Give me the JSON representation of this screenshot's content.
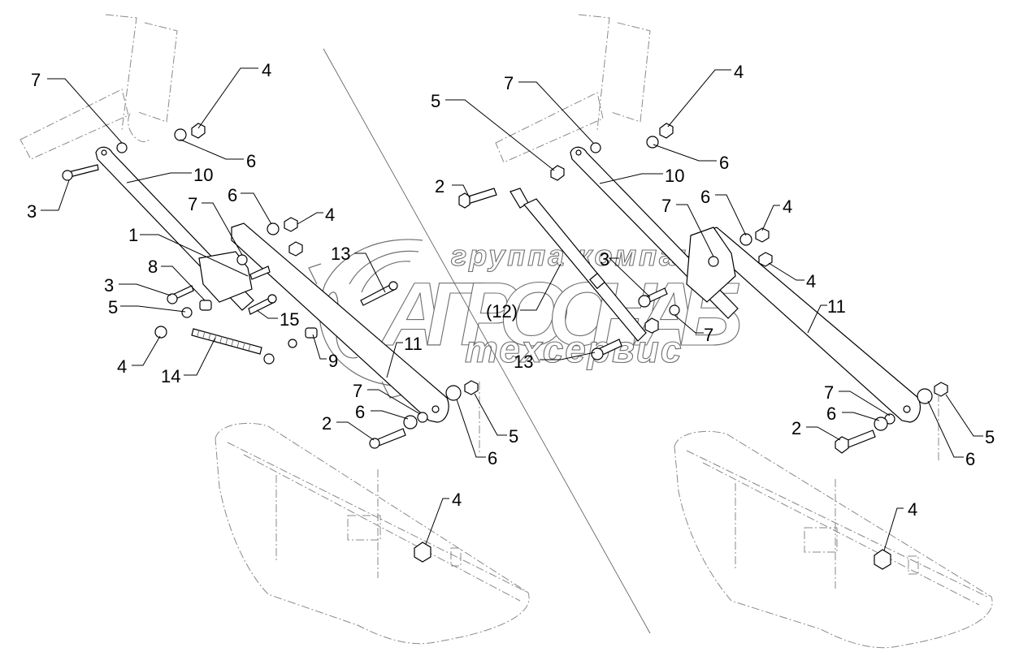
{
  "diagram": {
    "type": "exploded-parts-diagram",
    "watermark": {
      "line1": "группа компаний",
      "line2": "АГРОСНАБ",
      "line3": "техсервис"
    },
    "views": [
      {
        "id": "left-assembly",
        "callouts": [
          {
            "label": "7"
          },
          {
            "label": "4"
          },
          {
            "label": "6"
          },
          {
            "label": "3"
          },
          {
            "label": "10"
          },
          {
            "label": "1"
          },
          {
            "label": "7"
          },
          {
            "label": "6"
          },
          {
            "label": "4"
          },
          {
            "label": "8"
          },
          {
            "label": "3"
          },
          {
            "label": "5"
          },
          {
            "label": "4"
          },
          {
            "label": "14"
          },
          {
            "label": "13"
          },
          {
            "label": "15"
          },
          {
            "label": "9"
          },
          {
            "label": "11"
          },
          {
            "label": "7"
          },
          {
            "label": "6"
          },
          {
            "label": "2"
          },
          {
            "label": "6"
          },
          {
            "label": "5"
          },
          {
            "label": "4"
          }
        ]
      },
      {
        "id": "right-assembly",
        "callouts": [
          {
            "label": "7"
          },
          {
            "label": "4"
          },
          {
            "label": "5"
          },
          {
            "label": "6"
          },
          {
            "label": "10"
          },
          {
            "label": "2"
          },
          {
            "label": "7"
          },
          {
            "label": "6"
          },
          {
            "label": "4"
          },
          {
            "label": "3"
          },
          {
            "label": "4"
          },
          {
            "label": "(12)"
          },
          {
            "label": "7"
          },
          {
            "label": "13"
          },
          {
            "label": "11"
          },
          {
            "label": "7"
          },
          {
            "label": "6"
          },
          {
            "label": "2"
          },
          {
            "label": "5"
          },
          {
            "label": "6"
          },
          {
            "label": "4"
          }
        ]
      }
    ]
  }
}
